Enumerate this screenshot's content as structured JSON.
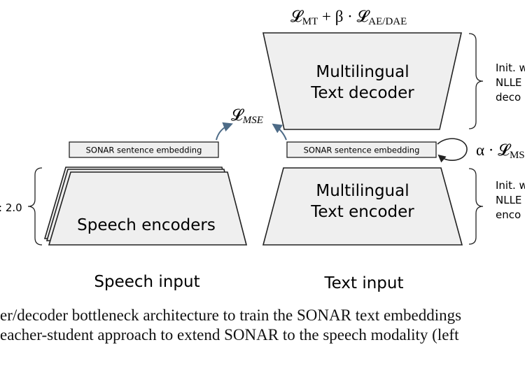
{
  "loss_top": {
    "part1": "𝓛",
    "sub1": "MT",
    "part2": " + β · 𝓛",
    "sub2": "AE/DAE"
  },
  "loss_mse": {
    "symbol": "𝓛",
    "sub": "MSE"
  },
  "loss_alpha": {
    "prefix": "α · 𝓛",
    "sub": "MS"
  },
  "decoder": {
    "line1": "Multilingual",
    "line2": "Text decoder"
  },
  "text_encoder": {
    "line1": "Multilingual",
    "line2": "Text encoder"
  },
  "speech_encoders": {
    "label": "Speech encoders"
  },
  "embeddings": {
    "speech": "SONAR sentence embedding",
    "text": "SONAR sentence embedding"
  },
  "inputs": {
    "speech": "Speech input",
    "text": "Text input"
  },
  "side_notes": {
    "decoder": [
      "Init. w",
      "NLLE",
      "deco"
    ],
    "encoder": [
      "Init. w",
      "NLLE",
      "enco"
    ],
    "speech": ": 2.0"
  },
  "caption": [
    "er/decoder bottleneck architecture to train the SONAR text embeddings",
    "eacher-student approach to extend SONAR to the speech modality (left"
  ],
  "colors": {
    "shape_fill": "#efefef",
    "stroke": "#222222",
    "arrow": "#4d6b87"
  }
}
